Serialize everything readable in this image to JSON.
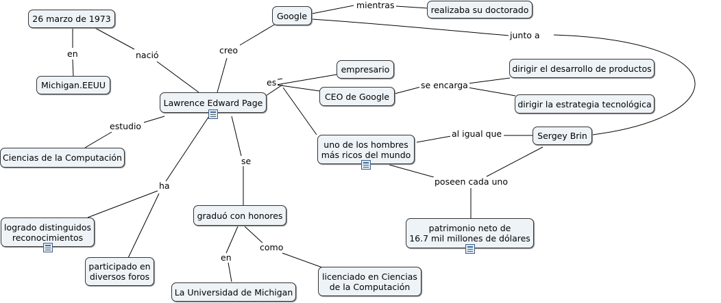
{
  "nodes": {
    "fecha": "26 marzo de 1973",
    "michigan": "Michigan.EEUU",
    "page": "Lawrence Edward Page",
    "ciencias": "Ciencias de la Computación",
    "google": "Google",
    "doctorado": "realizaba su doctorado",
    "empresario": "empresario",
    "ceo": "CEO de Google",
    "desarrollo": "dirigir el desarrollo de productos",
    "estrategia": "dirigir la estrategia tecnológica",
    "ricos_l1": "uno de los hombres",
    "ricos_l2": "más ricos del mundo",
    "brin": "Sergey Brin",
    "logrado_l1": "logrado distinguidos",
    "logrado_l2": "reconocimientos",
    "foros_l1": "participado en",
    "foros_l2": "diversos foros",
    "graduo": "graduó con honores",
    "universidad": "La Universidad de Michigan",
    "licenciado_l1": "licenciado en Ciencias",
    "licenciado_l2": "de la Computación",
    "patrimonio_l1": "patrimonio neto de",
    "patrimonio_l2": "16.7 mil millones de dólares"
  },
  "links": {
    "en_1": "en",
    "nacio": "nació",
    "creo": "creo",
    "mientras": "mientras",
    "junto_a": "junto a",
    "es": "es",
    "se_encarga": "se encarga",
    "estudio": "estudio",
    "al_igual_que": "al igual que",
    "se": "se",
    "ha": "ha",
    "poseen": "poseen cada uno",
    "en_2": "en",
    "como": "como"
  }
}
